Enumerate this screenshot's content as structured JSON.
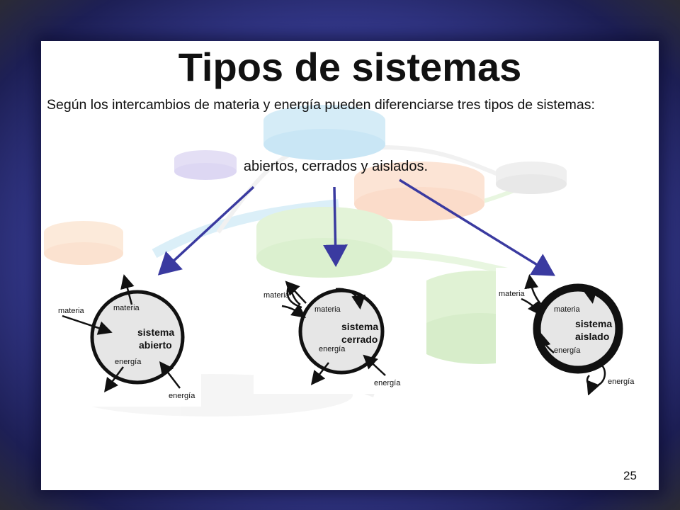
{
  "slide": {
    "title": "Tipos de sistemas",
    "intro": "Según los intercambios de materia y energía pueden diferenciarse tres tipos de sistemas:",
    "types_line": "abiertos,  cerrados y aislados.",
    "page_number": "25"
  },
  "diagrams": [
    {
      "outer_materia": "materia",
      "inner_materia": "materia",
      "system_line1": "sistema",
      "system_line2": "abierto",
      "inner_energia": "energía",
      "outer_energia": "energía"
    },
    {
      "outer_materia": "materia",
      "inner_materia": "materia",
      "system_line1": "sistema",
      "system_line2": "cerrado",
      "inner_energia": "energía",
      "outer_energia": "energía"
    },
    {
      "outer_materia": "materia",
      "inner_materia": "materia",
      "system_line1": "sistema",
      "system_line2": "aislado",
      "inner_energia": "energía",
      "outer_energia": "energía"
    }
  ],
  "colors": {
    "arrow": "#3a3aa0",
    "frame": "#3a3f9a"
  }
}
